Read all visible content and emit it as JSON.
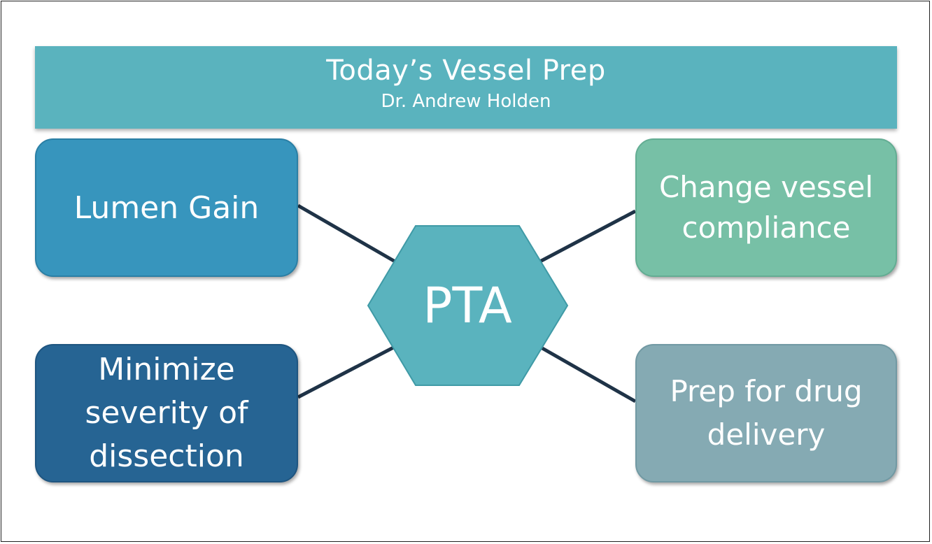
{
  "header": {
    "title": "Today’s Vessel Prep",
    "subtitle": "Dr. Andrew Holden"
  },
  "center": {
    "label": "PTA",
    "color": "#5ab3be"
  },
  "boxes": {
    "top_left": {
      "lines": [
        "Lumen Gain"
      ],
      "color": "#3795bd"
    },
    "bottom_left": {
      "lines": [
        "Minimize",
        "severity of",
        "dissection"
      ],
      "color": "#266493"
    },
    "top_right": {
      "lines": [
        "Change vessel",
        "compliance"
      ],
      "color": "#77c0a6"
    },
    "bottom_right": {
      "lines": [
        "Prep for drug",
        "delivery"
      ],
      "color": "#85aab3"
    }
  },
  "connector_color": "#1f3347"
}
